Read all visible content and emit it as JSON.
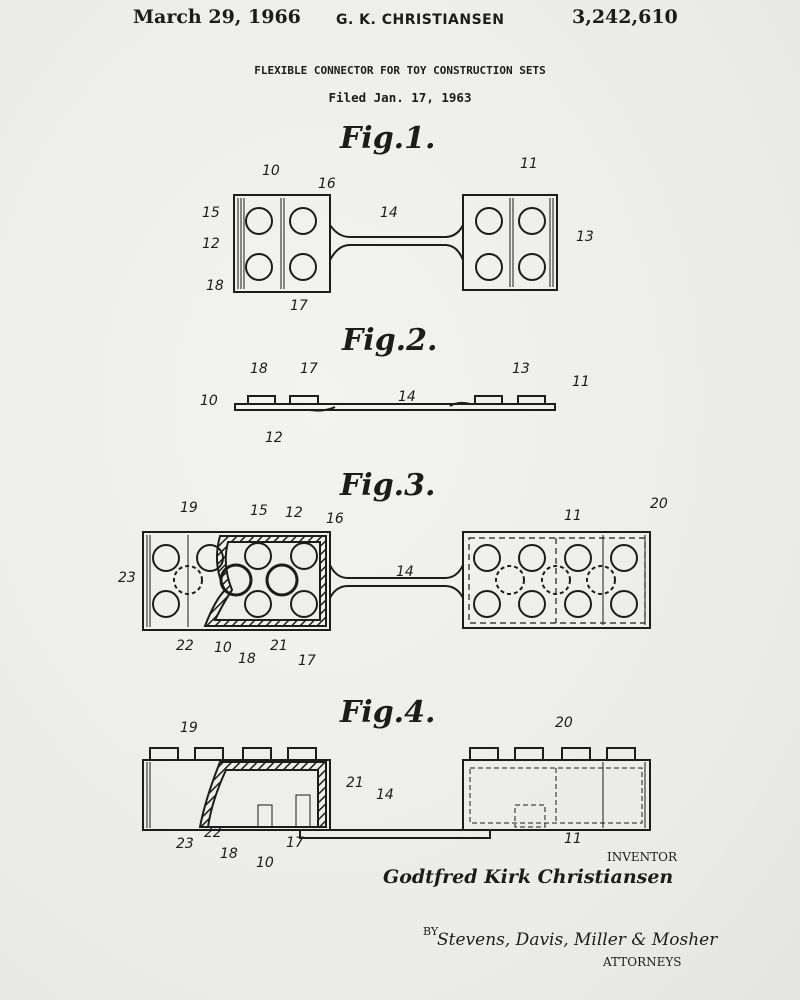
{
  "header": {
    "date": "March 29, 1966",
    "inventor": "G. K. CHRISTIANSEN",
    "patent_number": "3,242,610",
    "title": "FLEXIBLE CONNECTOR FOR TOY CONSTRUCTION SETS",
    "filed": "Filed Jan. 17, 1963"
  },
  "figures": [
    {
      "title": "Fig.1.",
      "labels": [
        "10",
        "16",
        "15",
        "12",
        "18",
        "17",
        "14",
        "11",
        "13"
      ]
    },
    {
      "title": "Fig.2.",
      "labels": [
        "18",
        "17",
        "10",
        "12",
        "14",
        "13",
        "11"
      ]
    },
    {
      "title": "Fig.3.",
      "labels": [
        "19",
        "15",
        "12",
        "16",
        "23",
        "22",
        "10",
        "18",
        "21",
        "17",
        "14",
        "11",
        "20"
      ]
    },
    {
      "title": "Fig.4.",
      "labels": [
        "19",
        "21",
        "23",
        "22",
        "18",
        "10",
        "17",
        "14",
        "20",
        "11"
      ]
    }
  ],
  "footer": {
    "inventor_label": "INVENTOR",
    "inventor_signature": "Godtfred Kirk Christiansen",
    "by": "BY",
    "attorneys_signature": "Stevens, Davis, Miller & Mosher",
    "attorneys_label": "ATTORNEYS"
  },
  "colors": {
    "ink": "#1c1c1c",
    "paper": "#eeeeec"
  }
}
